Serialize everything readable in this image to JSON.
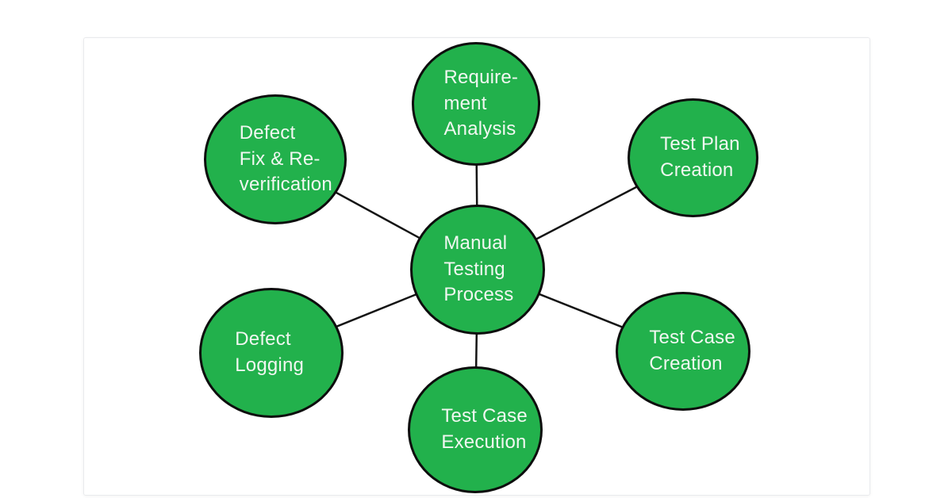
{
  "diagram": {
    "center_node": {
      "id": "manual-testing-process",
      "label": "Manual\nTesting\nProcess"
    },
    "nodes": [
      {
        "id": "requirement-analysis",
        "label": "Require-\nment\nAnalysis"
      },
      {
        "id": "test-plan-creation",
        "label": "Test Plan\nCreation"
      },
      {
        "id": "test-case-creation",
        "label": "Test Case\nCreation"
      },
      {
        "id": "test-case-execution",
        "label": "Test Case\nExecution"
      },
      {
        "id": "defect-logging",
        "label": "Defect\nLogging"
      },
      {
        "id": "defect-fix-reverification",
        "label": "Defect\nFix & Re-\nverification"
      }
    ],
    "edges": [
      [
        "manual-testing-process",
        "requirement-analysis"
      ],
      [
        "manual-testing-process",
        "test-plan-creation"
      ],
      [
        "manual-testing-process",
        "test-case-creation"
      ],
      [
        "manual-testing-process",
        "test-case-execution"
      ],
      [
        "manual-testing-process",
        "defect-logging"
      ],
      [
        "manual-testing-process",
        "defect-fix-reverification"
      ]
    ]
  },
  "colors": {
    "node_fill": "#22b14c",
    "node_border": "#0d0d0d",
    "node_text": "#f1f7f1",
    "edge_line": "#141414",
    "card_border": "#e9eaed",
    "background": "#ffffff"
  }
}
